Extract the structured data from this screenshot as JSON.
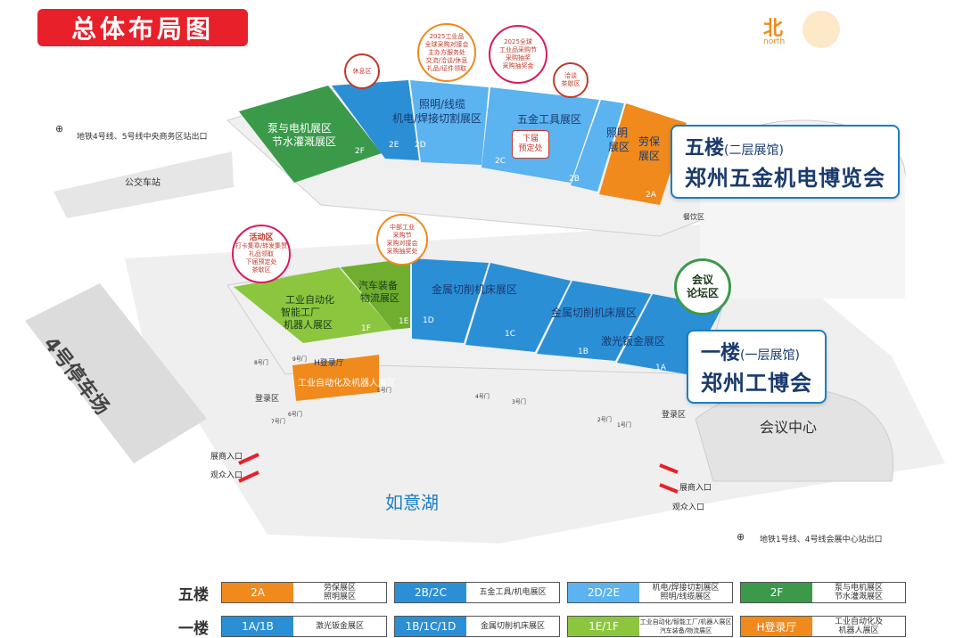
{
  "title": "总体布局图",
  "north": {
    "char": "北",
    "en": "north"
  },
  "labels": {
    "metro_top": "地铁4号线、5号线中央商务区站出口",
    "bus": "公交车站",
    "parking": "4号停车场",
    "lake": "如意湖",
    "conference": "会议中心",
    "metro_bottom": "地铁1号线、4号线会展中心站出口",
    "exhibitor_entry_left": "展商入口",
    "visitor_entry_left": "观众入口",
    "exhibitor_entry_right": "展商入口",
    "visitor_entry_right": "观众入口",
    "reg_left": "登录区",
    "reg_right": "登录区",
    "dining": "餐饮区"
  },
  "floor5": {
    "callout_big": "五楼",
    "callout_sub": "(二层展馆)",
    "callout_name": "郑州五金机电博览会",
    "zones": [
      {
        "code": "2F",
        "name1": "泵与电机展区",
        "name2": "节水灌溉展区"
      },
      {
        "code": "2E",
        "name1": "",
        "name2": ""
      },
      {
        "code": "2D",
        "name1": "照明/线缆",
        "name2": "机电/焊接切割展区"
      },
      {
        "code": "2C",
        "name1": "五金工具展区",
        "name2": ""
      },
      {
        "code": "2B",
        "name1": "照明",
        "name2": "展区"
      },
      {
        "code": "2A",
        "name1": "劳保",
        "name2": "展区"
      }
    ]
  },
  "floor1": {
    "callout_big": "一楼",
    "callout_sub": "(一层展馆)",
    "callout_name": "郑州工博会",
    "zones": [
      {
        "code": "1F",
        "name1": "工业自动化",
        "name2": "智能工厂",
        "name3": "机器人展区"
      },
      {
        "code": "1E",
        "name1": "汽车装备",
        "name2": "物流展区",
        "name3": ""
      },
      {
        "code": "1D",
        "name1": "金属切削机床展区",
        "name2": "",
        "name3": ""
      },
      {
        "code": "1C",
        "name1": "",
        "name2": "",
        "name3": ""
      },
      {
        "code": "1B",
        "name1": "金属切削机床展区",
        "name2": "",
        "name3": ""
      },
      {
        "code": "1A",
        "name1": "激光钣金展区",
        "name2": "",
        "name3": ""
      }
    ],
    "hall_h": "H登录厅",
    "hall_h_name": "工业自动化及机器人展区"
  },
  "pins": {
    "rest": "休息区",
    "service": [
      "2025工业品",
      "全球采购对接会",
      "主办方服务处",
      "交流/洽谈/休息",
      "礼品/证件领取"
    ],
    "procure": [
      "2025全球",
      "工业品采购节",
      "采购抽奖",
      "采购抽奖金"
    ],
    "tea": [
      "洽谈",
      "茶歇区"
    ],
    "next": [
      "下届",
      "预定处"
    ],
    "activity": [
      "活动区",
      "打卡集章/转发集赞",
      "礼品领取",
      "下届预定处",
      "茶歇区"
    ],
    "central": [
      "中部工业",
      "采购节",
      "采购对接会",
      "采购抽奖处"
    ],
    "forum": [
      "会议",
      "论坛区"
    ]
  },
  "doors": [
    "8号门",
    "9号门",
    "6号门",
    "7号门",
    "5号门",
    "4号门",
    "3号门",
    "2号门",
    "1号门"
  ],
  "legend": {
    "row1_floor": "五楼",
    "row2_floor": "一楼",
    "row1": [
      {
        "code": "2A",
        "color": "#f08a1c",
        "d1": "劳保展区",
        "d2": "照明展区"
      },
      {
        "code": "2B/2C",
        "color": "#2b8fd6",
        "d1": "五金工具/机电展区",
        "d2": ""
      },
      {
        "code": "2D/2E",
        "color": "#5bb3ef",
        "d1": "机电/焊接切割展区",
        "d2": "照明/线缆展区"
      },
      {
        "code": "2F",
        "color": "#3a9a4a",
        "d1": "泵与电机展区",
        "d2": "节水灌溉展区"
      }
    ],
    "row2": [
      {
        "code": "1A/1B",
        "color": "#2b8fd6",
        "d1": "激光钣金展区",
        "d2": ""
      },
      {
        "code": "1B/1C/1D",
        "color": "#2b8fd6",
        "d1": "金属切削机床展区",
        "d2": ""
      },
      {
        "code": "1E/1F",
        "color": "#8cc63f",
        "d1": "工业自动化/智能工厂/机器人展区",
        "d2": "汽车装备/物流展区"
      },
      {
        "code": "H登录厅",
        "color": "#f08a1c",
        "d1": "工业自动化及",
        "d2": "机器人展区"
      }
    ]
  },
  "colors": {
    "title_red": "#e8202a",
    "orange": "#f08a1c",
    "blue_dark": "#2b8fd6",
    "blue_light": "#5bb3ef",
    "green_dark": "#3a9a4a",
    "green_light": "#8cc63f",
    "lake_blue": "#1b7ec3"
  }
}
